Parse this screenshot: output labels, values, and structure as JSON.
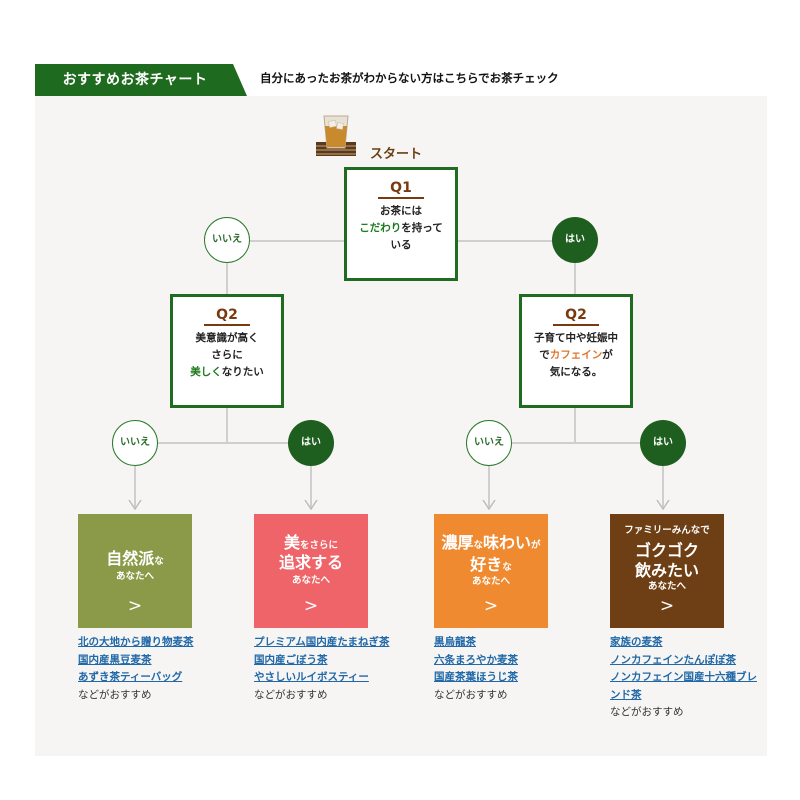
{
  "header": {
    "title": "おすすめお茶チャート",
    "subtitle": "自分にあったお茶がわからない方はこちらでお茶チェック",
    "accent": "#1e6a1e"
  },
  "start": {
    "label": "スタート",
    "icon": "tea-cup-icon"
  },
  "q1": {
    "label": "Q1",
    "lines": [
      "お茶には",
      "こだわり",
      "を持って",
      "いる"
    ]
  },
  "q2_left": {
    "label": "Q2",
    "lines": [
      "美意識が高く",
      "さらに",
      "美しく",
      "なりたい"
    ]
  },
  "q2_right": {
    "label": "Q2",
    "lines": [
      "子育て中や妊娠中",
      "で",
      "カフェイン",
      "が",
      "気になる。"
    ]
  },
  "answers": {
    "no": "いいえ",
    "yes": "はい"
  },
  "results": [
    {
      "color": "#8a9a48",
      "lines": [
        "自然派",
        "な",
        "あなたへ"
      ],
      "arrow": ">",
      "links": [
        "北の大地から贈り物麦茶",
        "国内産黒豆麦茶",
        "あずき茶ティーバッグ"
      ],
      "note": "などがおすすめ"
    },
    {
      "color": "#ee6468",
      "lines": [
        "美",
        "をさらに",
        "追求する",
        "あなたへ"
      ],
      "arrow": ">",
      "links": [
        "プレミアム国内産たまねぎ茶",
        "国内産ごぼう茶",
        "やさしいルイボスティー"
      ],
      "note": "などがおすすめ"
    },
    {
      "color": "#ef8a30",
      "lines": [
        "濃厚",
        "な",
        "味わい",
        "が",
        "好き",
        "な",
        "あなたへ"
      ],
      "arrow": ">",
      "links": [
        "黒烏龍茶",
        "六条まろやか麦茶",
        "国産茶葉ほうじ茶"
      ],
      "note": "などがおすすめ"
    },
    {
      "color": "#6e3f14",
      "lines": [
        "ファミリーみんなで",
        "ゴクゴク",
        "飲みたい",
        "あなたへ"
      ],
      "arrow": ">",
      "links": [
        "家族の麦茶",
        "ノンカフェインたんぽぽ茶",
        "ノンカフェイン国産十六種ブレンド茶"
      ],
      "note": "などがおすすめ"
    }
  ]
}
